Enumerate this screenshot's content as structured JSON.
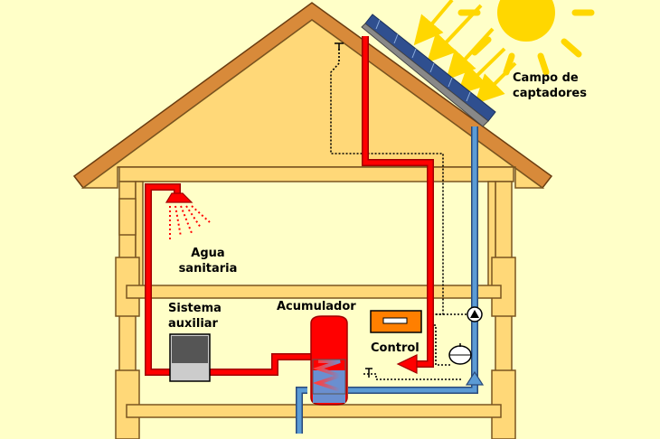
{
  "labels": {
    "collectors_line1": "Campo de",
    "collectors_line2": "captadores",
    "water_line1": "Agua",
    "water_line2": "sanitaria",
    "aux_line1": "Sistema",
    "aux_line2": "auxiliar",
    "accumulator": "Acumulador",
    "control": "Control"
  },
  "colors": {
    "background": "#ffffc8",
    "wood": "#ffd878",
    "wood_outline": "#7a5520",
    "roof": "#d88a3a",
    "hot_pipe": "#ff0000",
    "cold_pipe": "#5b9bd5",
    "sun": "#ffd700",
    "control_box": "#ff7f00",
    "panel": "#4a6aa0"
  }
}
